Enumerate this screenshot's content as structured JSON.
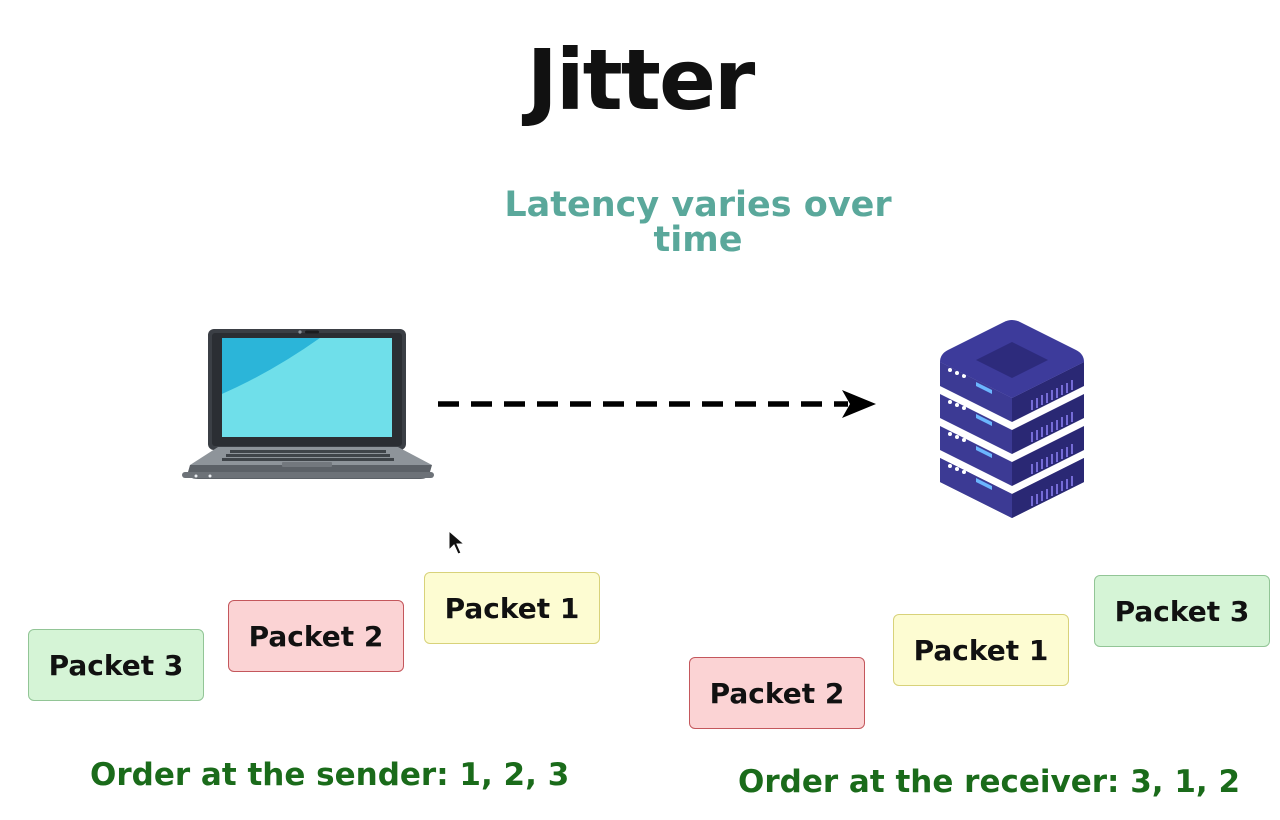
{
  "title": "Jitter",
  "subtitle": "Latency varies over time",
  "sender": {
    "packets": [
      "Packet 3",
      "Packet 2",
      "Packet 1"
    ],
    "order_label": "Order at the sender: 1, 2, 3"
  },
  "receiver": {
    "packets": [
      "Packet 2",
      "Packet 1",
      "Packet 3"
    ],
    "order_label": "Order at the receiver: 3, 1, 2"
  },
  "icons": {
    "client": "laptop-icon",
    "server": "server-icon",
    "arrow": "dashed-arrow",
    "cursor": "mouse-pointer-icon"
  },
  "colors": {
    "subtitle": "#5aa89b",
    "order_text": "#1a6b1a",
    "packet_green": "#d5f4d6",
    "packet_red": "#fbd3d4",
    "packet_yellow": "#fdfcd2"
  }
}
